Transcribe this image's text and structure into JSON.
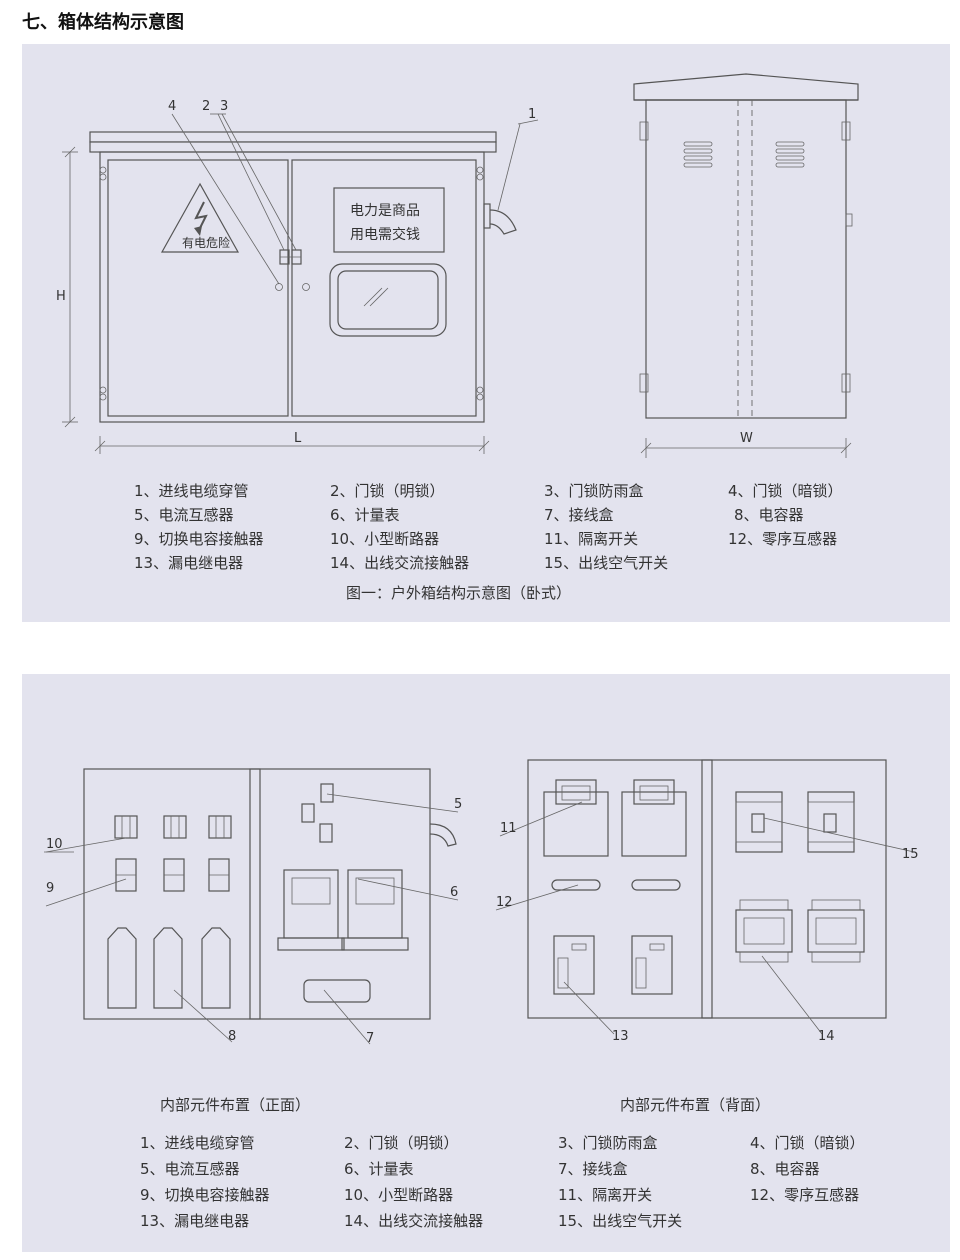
{
  "section_title": "七、箱体结构示意图",
  "fig1": {
    "caption": "图一：户外箱结构示意图（卧式）",
    "warning_sign_text": "有电危险",
    "slogan_line1": "电力是商品",
    "slogan_line2": "用电需交钱",
    "dim_height": "H",
    "dim_length": "L",
    "dim_width": "W",
    "callouts": [
      "4",
      "2",
      "3",
      "1"
    ],
    "legend": [
      "1、进线电缆穿管",
      "2、门锁（明锁）",
      "3、门锁防雨盒",
      "4、门锁（暗锁）",
      "5、电流互感器",
      "6、计量表",
      "7、接线盒",
      "8、电容器",
      "9、切换电容接触器",
      "10、小型断路器",
      "11、隔离开关",
      "12、零序互感器",
      "13、漏电继电器",
      "14、出线交流接触器",
      "15、出线空气开关"
    ]
  },
  "fig2": {
    "front_caption": "内部元件布置（正面）",
    "back_caption": "内部元件布置（背面）",
    "front_callouts": [
      "10",
      "9",
      "5",
      "6",
      "8",
      "7"
    ],
    "back_callouts": [
      "11",
      "12",
      "13",
      "15",
      "14"
    ],
    "legend": [
      "1、进线电缆穿管",
      "2、门锁（明锁）",
      "3、门锁防雨盒",
      "4、门锁（暗锁）",
      "5、电流互感器",
      "6、计量表",
      "7、接线盒",
      "8、电容器",
      "9、切换电容接触器",
      "10、小型断路器",
      "11、隔离开关",
      "12、零序互感器",
      "13、漏电继电器",
      "14、出线交流接触器",
      "15、出线空气开关"
    ]
  }
}
